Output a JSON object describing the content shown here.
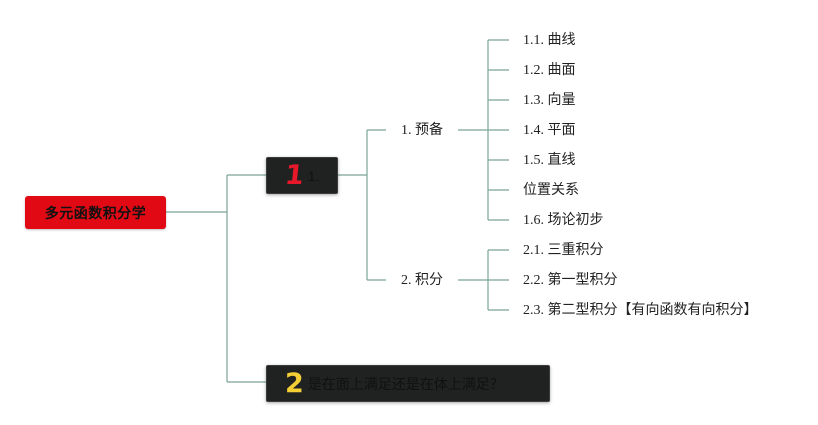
{
  "root": {
    "label": "多元函数积分学",
    "color": "#e10a14"
  },
  "line_color": "#7aa597",
  "topics": [
    {
      "marker": "1",
      "marker_color": "#e8182b",
      "label": "1.",
      "subtopics": [
        {
          "label": "1. 预备",
          "items": [
            "1.1. 曲线",
            "1.2. 曲面",
            "1.3. 向量",
            "1.4. 平面",
            "1.5. 直线",
            "位置关系",
            "1.6. 场论初步"
          ]
        },
        {
          "label": "2. 积分",
          "items": [
            "2.1. 三重积分",
            "2.2. 第一型积分",
            "2.3. 第二型积分【有向函数有向积分】"
          ]
        }
      ]
    },
    {
      "marker": "2",
      "marker_color": "#f3cf35",
      "label": "是在面上满足还是在体上满足？"
    }
  ]
}
